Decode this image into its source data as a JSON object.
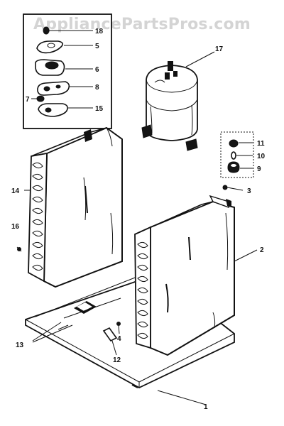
{
  "watermark": "AppliancePartsPros.com",
  "callouts": [
    {
      "id": "c1",
      "text": "1"
    },
    {
      "id": "c2",
      "text": "2"
    },
    {
      "id": "c3",
      "text": "3"
    },
    {
      "id": "c4",
      "text": "4"
    },
    {
      "id": "c5",
      "text": "5"
    },
    {
      "id": "c6",
      "text": "6"
    },
    {
      "id": "c7",
      "text": "7"
    },
    {
      "id": "c8",
      "text": "8"
    },
    {
      "id": "c9",
      "text": "9"
    },
    {
      "id": "c10",
      "text": "10"
    },
    {
      "id": "c11",
      "text": "11"
    },
    {
      "id": "c12",
      "text": "12"
    },
    {
      "id": "c13",
      "text": "13"
    },
    {
      "id": "c14",
      "text": "14"
    },
    {
      "id": "c15",
      "text": "15"
    },
    {
      "id": "c16",
      "text": "16"
    },
    {
      "id": "c17",
      "text": "17"
    },
    {
      "id": "c18",
      "text": "18"
    }
  ]
}
